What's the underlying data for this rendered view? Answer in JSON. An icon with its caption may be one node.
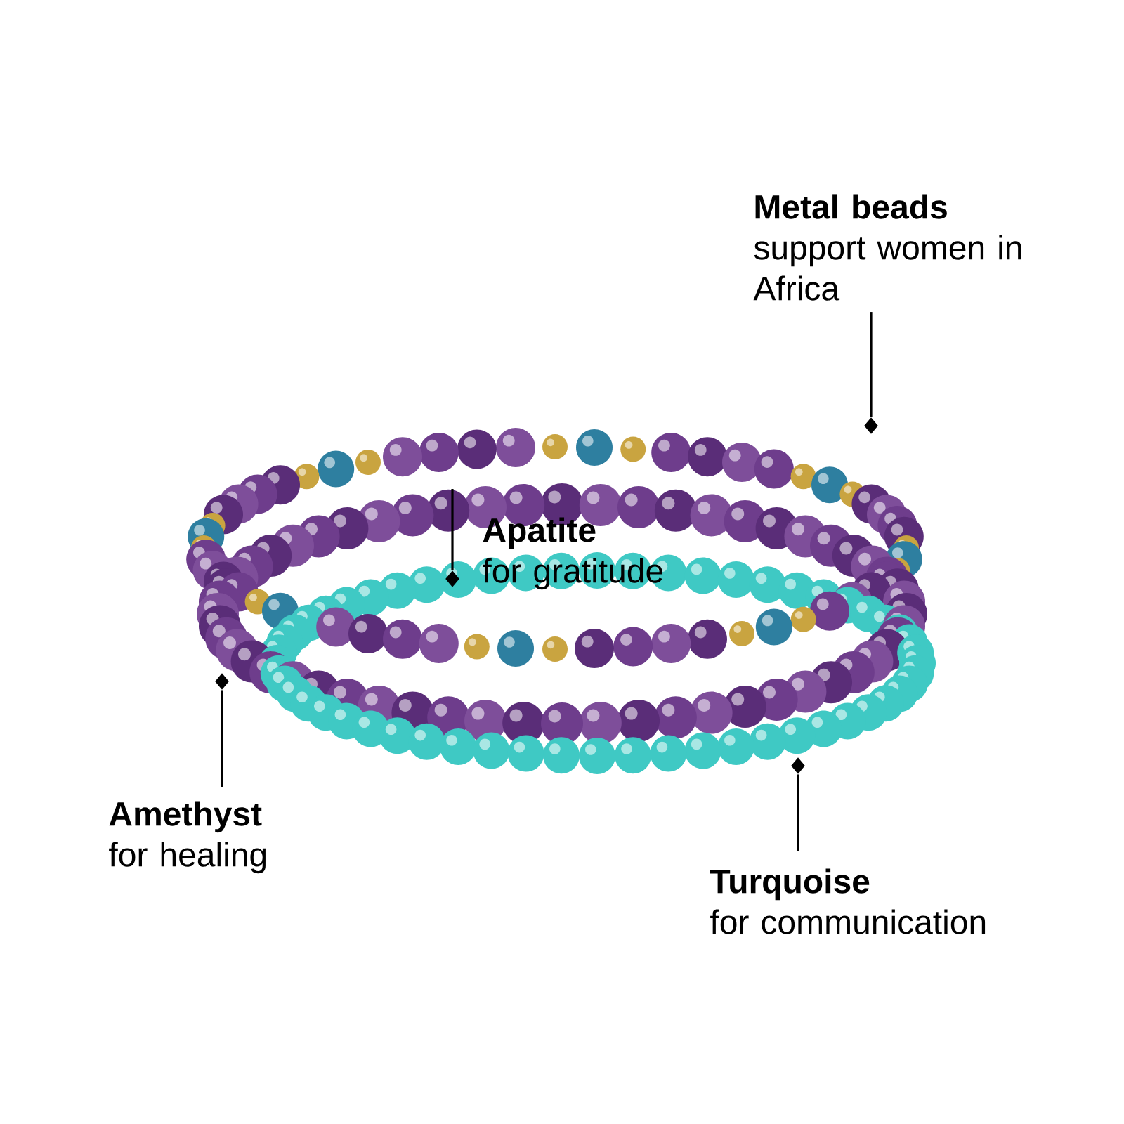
{
  "diagram": {
    "nodes": [
      {
        "text": [
          "Metal beads",
          "support women in Africa"
        ]
      },
      {
        "text": [],
        "shape": "diamond"
      },
      {
        "text": [
          "Apatite",
          "for gratitude"
        ]
      },
      {
        "text": [],
        "shape": "diamond"
      },
      {
        "text": [
          "Amethyst",
          "for healing"
        ]
      },
      {
        "text": [],
        "shape": "diamond"
      },
      {
        "text": [
          "Turquoise",
          "for communication"
        ]
      },
      {
        "text": [],
        "shape": "diamond"
      }
    ],
    "edges": [
      {
        "from": 0,
        "to": 1,
        "arrow": "none"
      },
      {
        "from": 2,
        "to": 3,
        "arrow": "none"
      },
      {
        "from": 4,
        "to": 5,
        "arrow": "none"
      },
      {
        "from": 6,
        "to": 7,
        "arrow": "none"
      }
    ]
  }
}
